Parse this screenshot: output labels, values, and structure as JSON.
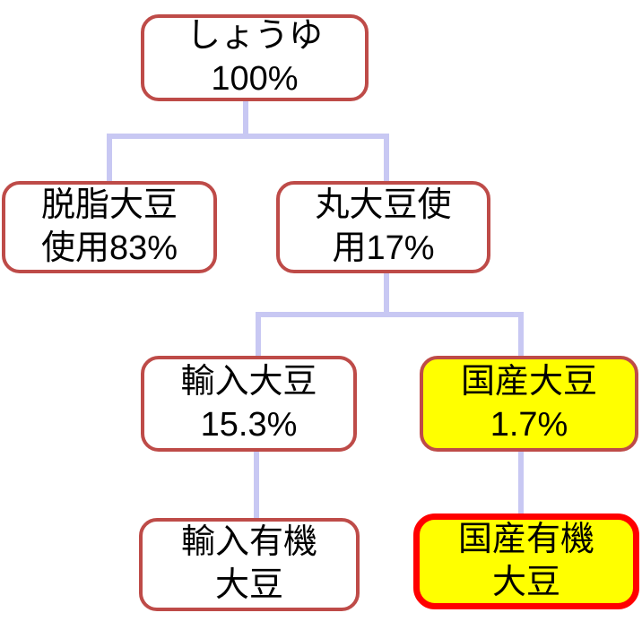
{
  "diagram": {
    "description": "Tree diagram of soy sauce (shoyu) soybean composition percentages",
    "nodes": [
      {
        "id": "shoyu",
        "full_label": "しょうゆ100%",
        "lines": [
          "しょうゆ",
          "100%"
        ],
        "highlight": false,
        "strong_border": false
      },
      {
        "id": "defatted",
        "full_label": "脱脂大豆使用83%",
        "lines": [
          "脱脂大豆",
          "使用83%"
        ],
        "highlight": false,
        "strong_border": false
      },
      {
        "id": "whole",
        "full_label": "丸大豆使用17%",
        "lines": [
          "丸大豆使",
          "用17%"
        ],
        "highlight": false,
        "strong_border": false
      },
      {
        "id": "imported",
        "full_label": "輸入大豆15.3%",
        "lines": [
          "輸入大豆",
          "15.3%"
        ],
        "highlight": false,
        "strong_border": false
      },
      {
        "id": "domestic",
        "full_label": "国産大豆1.7%",
        "lines": [
          "国産大豆",
          "1.7%"
        ],
        "highlight": true,
        "strong_border": false
      },
      {
        "id": "imported_organic",
        "full_label": "輸入有機大豆",
        "lines": [
          "輸入有機",
          "大豆"
        ],
        "highlight": false,
        "strong_border": false
      },
      {
        "id": "domestic_organic",
        "full_label": "国産有機大豆",
        "lines": [
          "国産有機",
          "大豆"
        ],
        "highlight": true,
        "strong_border": true
      }
    ],
    "edges": [
      {
        "from": "shoyu",
        "to": "defatted"
      },
      {
        "from": "shoyu",
        "to": "whole"
      },
      {
        "from": "whole",
        "to": "imported"
      },
      {
        "from": "whole",
        "to": "domestic"
      },
      {
        "from": "imported",
        "to": "imported_organic"
      },
      {
        "from": "domestic",
        "to": "domestic_organic"
      }
    ]
  },
  "colors": {
    "box_border": "#BE4B48",
    "highlight_border": "#FF0000",
    "highlight_fill": "#FFFF00",
    "normal_fill": "#FFFFFF",
    "connector": "#C8C8F3",
    "text": "#000000"
  }
}
